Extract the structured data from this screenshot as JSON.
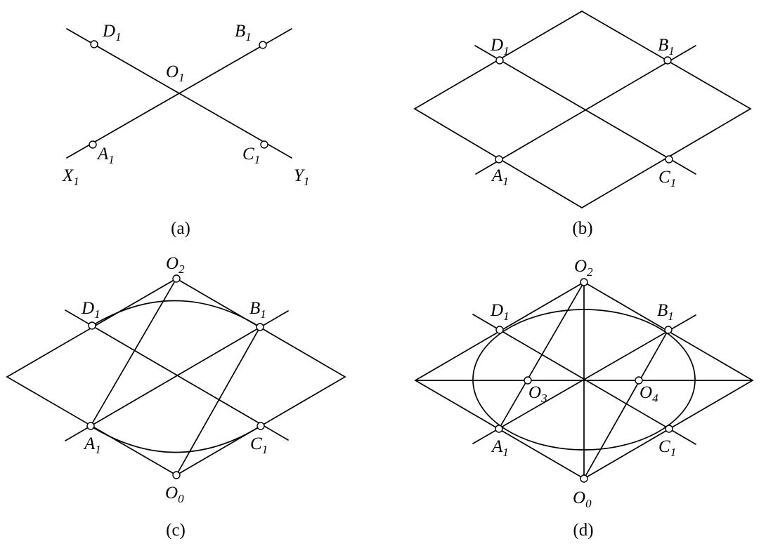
{
  "panels": {
    "a": {
      "caption": "(a)",
      "labels": {
        "D1": {
          "base": "D",
          "sub": "1"
        },
        "B1": {
          "base": "B",
          "sub": "1"
        },
        "O1": {
          "base": "O",
          "sub": "1"
        },
        "A1": {
          "base": "A",
          "sub": "1"
        },
        "C1": {
          "base": "C",
          "sub": "1"
        },
        "X1": {
          "base": "X",
          "sub": "1"
        },
        "Y1": {
          "base": "Y",
          "sub": "1"
        }
      }
    },
    "b": {
      "caption": "(b)",
      "labels": {
        "D1": {
          "base": "D",
          "sub": "1"
        },
        "B1": {
          "base": "B",
          "sub": "1"
        },
        "A1": {
          "base": "A",
          "sub": "1"
        },
        "C1": {
          "base": "C",
          "sub": "1"
        }
      }
    },
    "c": {
      "caption": "(c)",
      "labels": {
        "O2": {
          "base": "O",
          "sub": "2"
        },
        "D1": {
          "base": "D",
          "sub": "1"
        },
        "B1": {
          "base": "B",
          "sub": "1"
        },
        "A1": {
          "base": "A",
          "sub": "1"
        },
        "C1": {
          "base": "C",
          "sub": "1"
        },
        "O0": {
          "base": "O",
          "sub": "0"
        }
      }
    },
    "d": {
      "caption": "(d)",
      "labels": {
        "O2": {
          "base": "O",
          "sub": "2"
        },
        "D1": {
          "base": "D",
          "sub": "1"
        },
        "B1": {
          "base": "B",
          "sub": "1"
        },
        "O3": {
          "base": "O",
          "sub": "3"
        },
        "O4": {
          "base": "O",
          "sub": "4"
        },
        "A1": {
          "base": "A",
          "sub": "1"
        },
        "C1": {
          "base": "C",
          "sub": "1"
        },
        "O0": {
          "base": "O",
          "sub": "0"
        }
      }
    }
  }
}
